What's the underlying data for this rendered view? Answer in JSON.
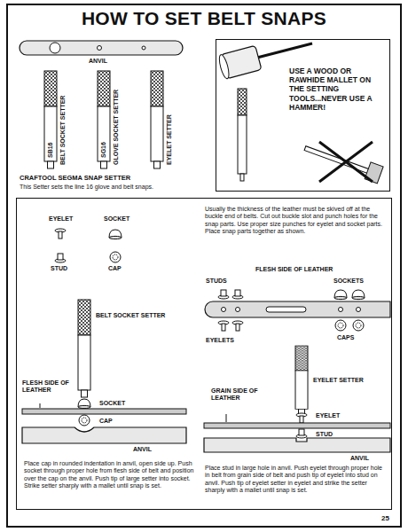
{
  "diagram": {
    "title": "HOW TO SET BELT SNAPS",
    "nodes": [
      {
        "text": [
          "USE A WOOD OR RAWHIDE MALLET ON THE SETTING TOOLS...NEVER USE A HAMMER!"
        ]
      },
      {
        "text": [
          "Usually the thickness of the leather must be skived off at the buckle end of belts. Cut out buckle slot and punch holes for the snap parts. Use proper size punches for eyelet and socket parts. Place snap parts together as shown.",
          "Place cap in rounded indentation in anvil, open side up. Push socket through proper hole from flesh side of belt and position over the cap on the anvil. Push tip of large setter into socket. Strike setter sharply with a mallet until snap is set.",
          "Place stud in large hole in anvil. Push eyelet through proper hole in belt from grain side of belt and push tip of eyelet into stud on anvil. Push tip of eyelet setter in eyelet and strike the setter sharply with a mallet until snap is set."
        ]
      }
    ],
    "labels": [
      "ANVIL",
      "SB16",
      "BELT SOCKET SETTER",
      "SG16",
      "GLOVE SOCKET SETTER",
      "EYELET SETTER",
      "CRAFTOOL SEGMA SNAP SETTER",
      "This Setter sets the line 16 glove and belt snaps.",
      "EYELET",
      "SOCKET",
      "STUD",
      "CAP",
      "FLESH SIDE OF LEATHER",
      "STUDS",
      "SOCKETS",
      "EYELETS",
      "CAPS",
      "BELT SOCKET SETTER",
      "FLESH SIDE OF LEATHER",
      "SOCKET",
      "CAP",
      "ANVIL",
      "GRAIN SIDE OF LEATHER",
      "EYELET SETTER",
      "EYELET",
      "STUD",
      "ANVIL",
      "25"
    ]
  }
}
